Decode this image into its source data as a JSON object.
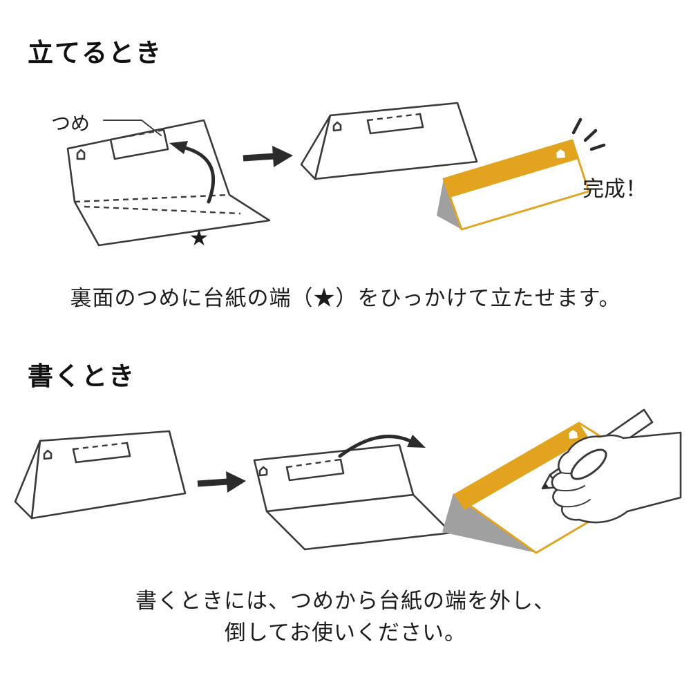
{
  "colors": {
    "accent_yellow": "#e2a41f",
    "gray": "#a0a0a0",
    "outline": "#3a3a3a",
    "text": "#1c1c1c"
  },
  "stand_section": {
    "title": "立てるとき",
    "tsume_label": "つめ",
    "star_symbol": "★",
    "complete_label": "完成！",
    "caption": "裏面のつめに台紙の端（★）をひっかけて立たせます。"
  },
  "write_section": {
    "title": "書くとき",
    "caption_line1": "書くときには、つめから台紙の端を外し、",
    "caption_line2": "倒してお使いください。"
  }
}
